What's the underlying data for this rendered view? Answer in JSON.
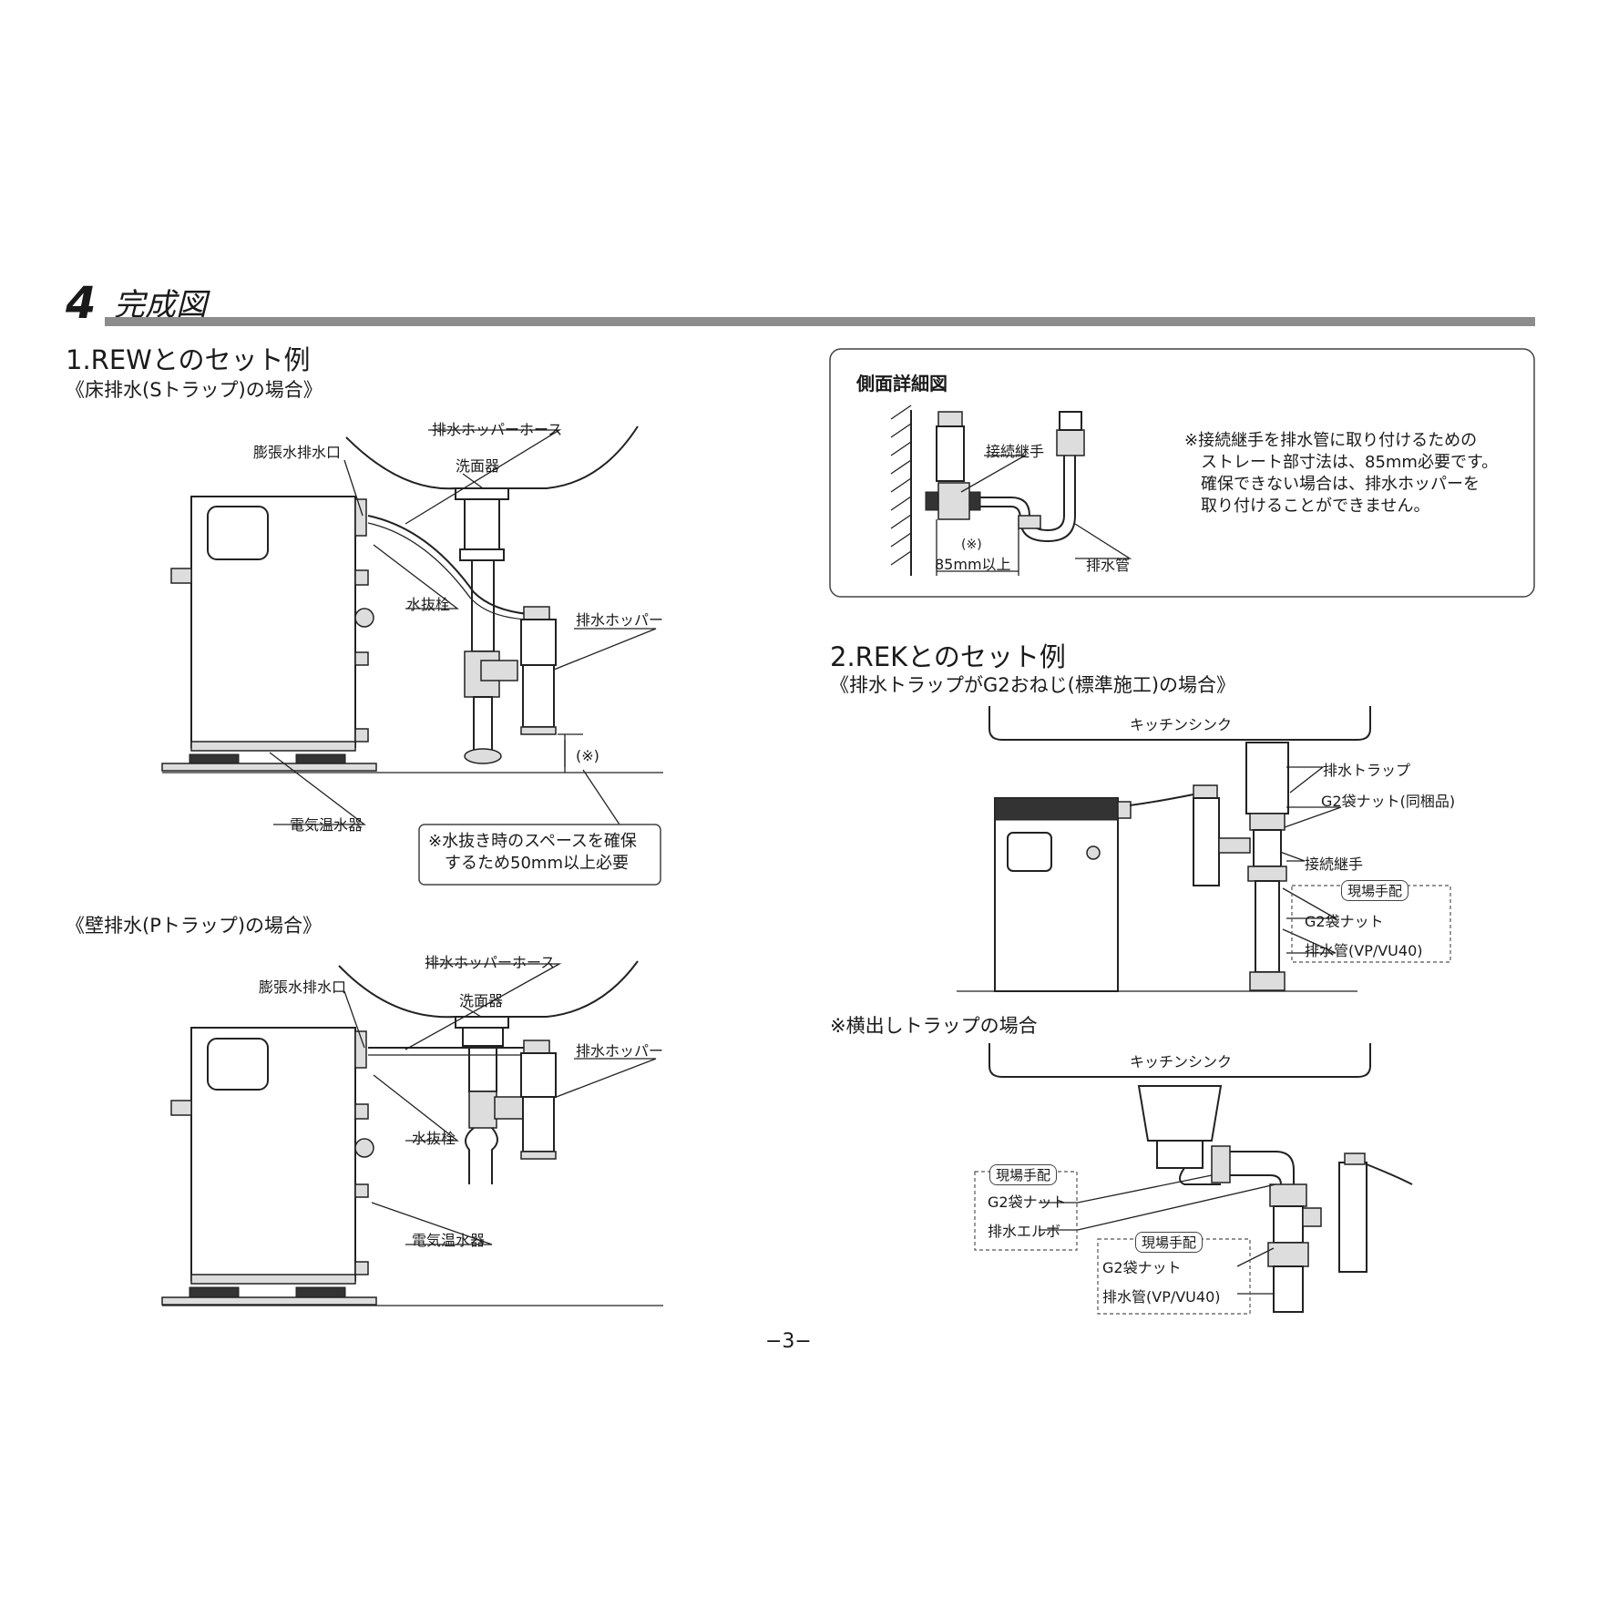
{
  "section": {
    "number": "4",
    "title": "完成図"
  },
  "rew": {
    "heading": "1.REWとのセット例",
    "floor_case": {
      "subheading": "《床排水(Sトラップ)の場合》",
      "labels": {
        "hopper_hose": "排水ホッパーホース",
        "expansion_outlet": "膨張水排水口",
        "washbasin": "洗面器",
        "drain_plug": "水抜栓",
        "hopper": "排水ホッパー",
        "clearance_mark": "(※)",
        "heater": "電気温水器"
      },
      "note": [
        "※水抜き時のスペースを確保",
        "するため50mm以上必要"
      ]
    },
    "wall_case": {
      "subheading": "《壁排水(Pトラップ)の場合》",
      "labels": {
        "hopper_hose": "排水ホッパーホース",
        "expansion_outlet": "膨張水排水口",
        "washbasin": "洗面器",
        "hopper": "排水ホッパー",
        "drain_plug": "水抜栓",
        "heater": "電気温水器"
      }
    }
  },
  "side_detail": {
    "title": "側面詳細図",
    "joint": "接続継手",
    "dim_mark": "(※)",
    "dim": "85mm以上",
    "drain_pipe": "排水管",
    "note": [
      "※接続継手を排水管に取り付けるための",
      "ストレート部寸法は、85mm必要です。",
      "確保できない場合は、排水ホッパーを",
      "取り付けることができません。"
    ]
  },
  "rek": {
    "heading": "2.REKとのセット例",
    "g2_case": {
      "subheading": "《排水トラップがG2おねじ(標準施工)の場合》",
      "sink": "キッチンシンク",
      "trap": "排水トラップ",
      "g2_nut_included": "G2袋ナット(同梱品)",
      "joint": "接続継手",
      "field_supply": "現場手配",
      "g2_nut": "G2袋ナット",
      "drain_pipe": "排水管(VP/VU40)"
    },
    "horizontal_case": {
      "subheading": "※横出しトラップの場合",
      "sink": "キッチンシンク",
      "field_supply_left": "現場手配",
      "g2_nut_left": "G2袋ナット",
      "elbow": "排水エルボ",
      "field_supply_right": "現場手配",
      "g2_nut_right": "G2袋ナット",
      "drain_pipe": "排水管(VP/VU40)"
    }
  },
  "page_number": "−3−"
}
